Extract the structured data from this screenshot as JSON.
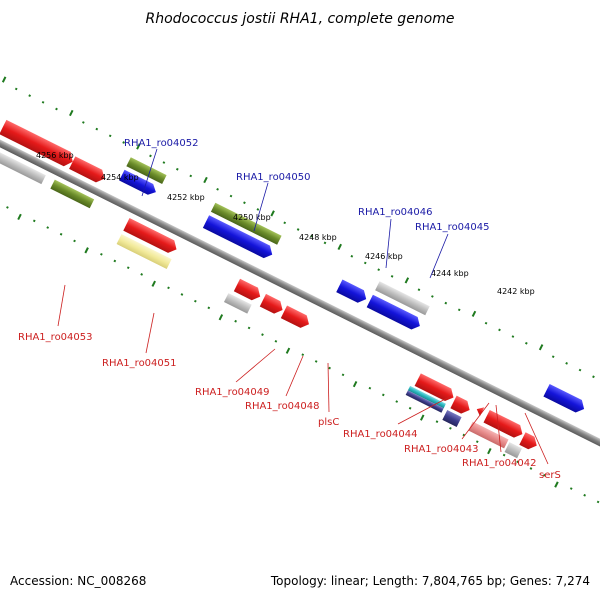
{
  "title": "Rhodococcus jostii RHA1, complete genome",
  "footer": {
    "accession": "Accession: NC_008268",
    "topology": "Topology: linear; Length: 7,804,765 bp; Genes: 7,274"
  },
  "scale_labels": [
    "4256 kbp",
    "4254 kbp",
    "4252 kbp",
    "4250 kbp",
    "4248 kbp",
    "4246 kbp",
    "4244 kbp",
    "4242 kbp"
  ],
  "gene_labels": {
    "top": [
      "RHA1_ro04052",
      "RHA1_ro04050",
      "RHA1_ro04046",
      "RHA1_ro04045"
    ],
    "bottom": [
      "RHA1_ro04053",
      "RHA1_ro04051",
      "RHA1_ro04049",
      "RHA1_ro04048",
      "plsC",
      "RHA1_ro04044",
      "RHA1_ro04043",
      "RHA1_ro04042",
      "serS"
    ]
  },
  "colors": {
    "backbone": "#808080",
    "ruler": "#1f7a1f",
    "gene_red": "#e51a1a",
    "gene_blue": "#1414d9",
    "gene_olive": "#6b8c2a",
    "gene_gray": "#bdbdbd",
    "gene_yellow": "#f2ea9a",
    "gene_pink": "#e68a8a",
    "gene_cyan": "#2ab7bf",
    "gene_navy": "#3d3d8c",
    "label_top": "#1a1aa6",
    "label_bottom": "#cc1f1f"
  }
}
